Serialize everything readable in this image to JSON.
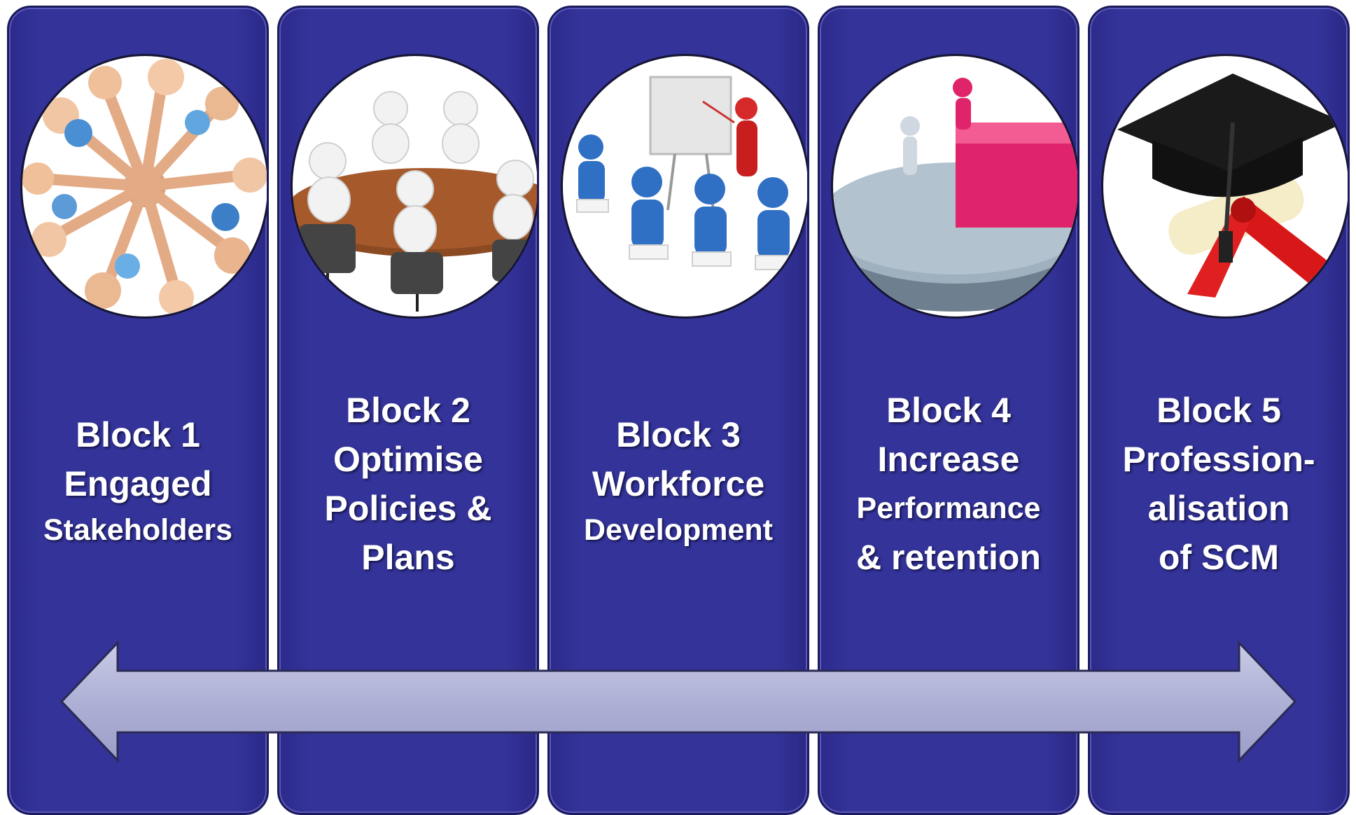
{
  "blocks": [
    {
      "number": "Block 1",
      "lines": [
        "Engaged",
        "Stakeholders"
      ],
      "icon": "team-hands-icon"
    },
    {
      "number": "Block 2",
      "lines": [
        "Optimise",
        "Policies &",
        "Plans"
      ],
      "icon": "meeting-table-icon"
    },
    {
      "number": "Block 3",
      "lines": [
        "Workforce",
        "Development"
      ],
      "icon": "training-presentation-icon"
    },
    {
      "number": "Block 4",
      "lines": [
        "Increase",
        "Performance",
        "& retention"
      ],
      "icon": "step-up-podium-icon"
    },
    {
      "number": "Block 5",
      "lines": [
        "Profession-",
        "alisation",
        "of SCM"
      ],
      "icon": "graduation-cap-icon"
    }
  ],
  "colors": {
    "block_fill": "#343399",
    "block_border": "#1b1a5c",
    "text": "#ffffff",
    "arrow_fill": "#b3b5da",
    "arrow_stroke": "#2a2a55"
  }
}
